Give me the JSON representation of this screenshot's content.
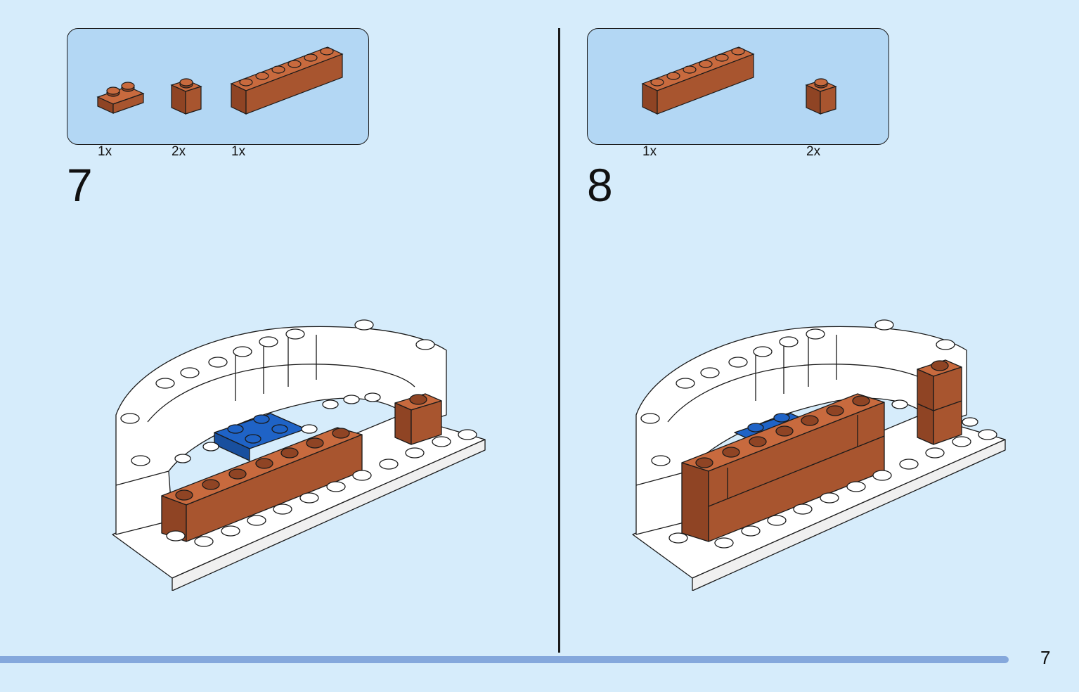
{
  "page": {
    "number": "7"
  },
  "steps": [
    {
      "number": "7",
      "parts": [
        {
          "qty": "1x"
        },
        {
          "qty": "2x"
        },
        {
          "qty": "1x"
        }
      ]
    },
    {
      "number": "8",
      "parts": [
        {
          "qty": "1x"
        },
        {
          "qty": "2x"
        }
      ]
    }
  ],
  "colors": {
    "background": "#d6ecfb",
    "parts_box": "#b3d7f4",
    "brick_brown": "#a8552f",
    "brick_blue": "#1f63c6",
    "base_white": "#ffffff",
    "progress_bar": "#85a8dc",
    "outline": "#1a1a1a"
  },
  "icons": [
    "brick-1x2-plate-icon",
    "brick-1x1-icon",
    "brick-1x6-icon"
  ]
}
